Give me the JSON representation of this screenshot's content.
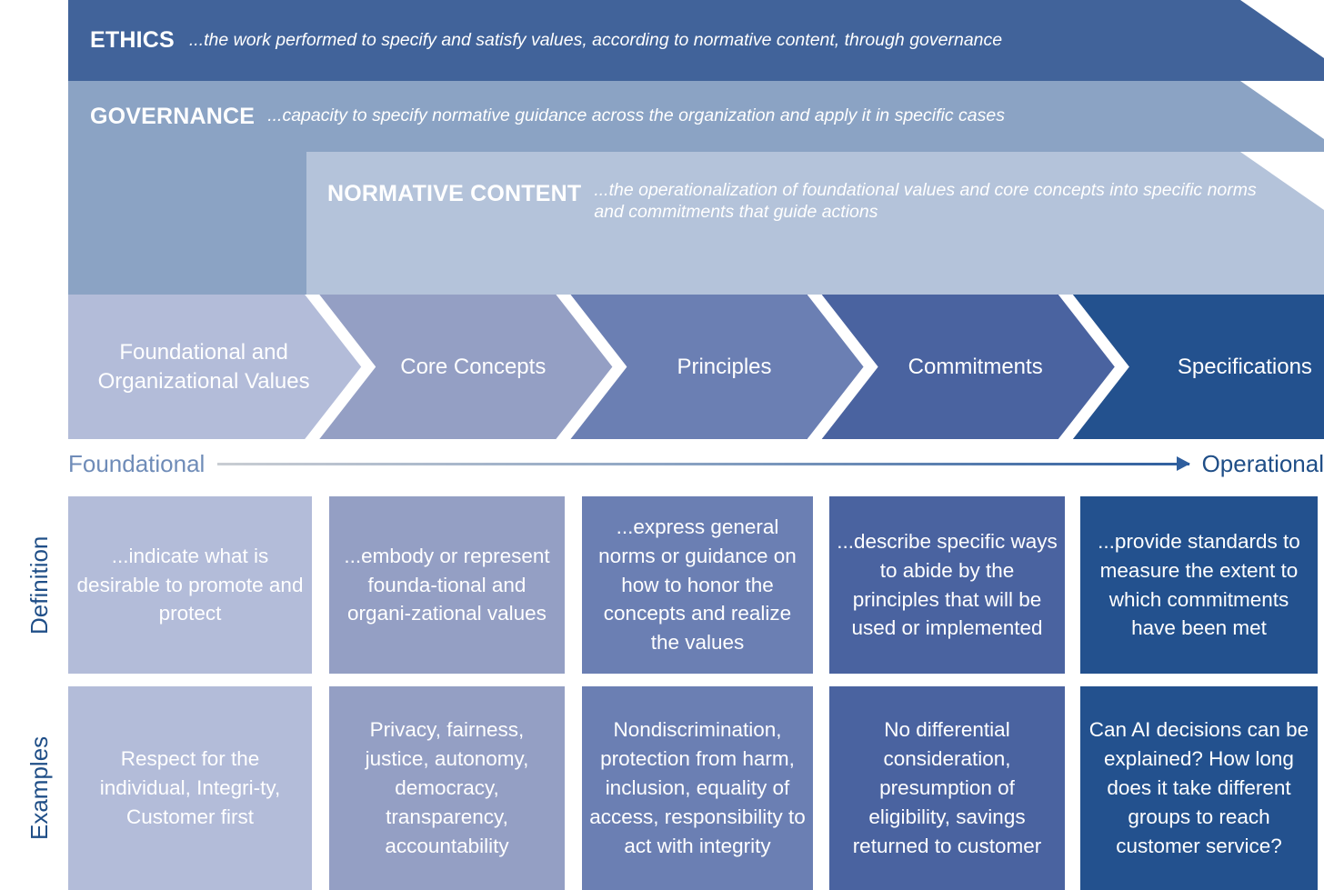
{
  "layers": [
    {
      "key": "ethics",
      "title": "ETHICS",
      "description": "...the work performed to specify and satisfy values, according to normative content, through governance",
      "color": "#41639A"
    },
    {
      "key": "governance",
      "title": "GOVERNANCE",
      "description": "...capacity to specify normative guidance across the organization and apply it in specific cases",
      "color": "#8BA3C4"
    },
    {
      "key": "normative_content",
      "title": "NORMATIVE CONTENT",
      "description": "...the operationalization of foundational values and core concepts into specific norms and commitments that guide actions",
      "color": "#B4C3DA"
    }
  ],
  "stages": [
    {
      "label": "Foundational and Organizational Values",
      "color": "#B3BCD9"
    },
    {
      "label": "Core Concepts",
      "color": "#949FC4"
    },
    {
      "label": "Principles",
      "color": "#6B7FB3"
    },
    {
      "label": "Commitments",
      "color": "#4A63A0"
    },
    {
      "label": "Specifications",
      "color": "#23518E"
    }
  ],
  "axis": {
    "left_label": "Foundational",
    "right_label": "Operational",
    "line_start_color": "#C9CDD3",
    "line_end_color": "#2E5E9E",
    "arrow_icon": "arrow-right-icon"
  },
  "matrix": {
    "rows": [
      {
        "key": "definition",
        "label": "Definition",
        "cells": [
          {
            "text": "...indicate what is desirable to promote and protect",
            "color": "#B3BCD9"
          },
          {
            "text": "...embody or represent founda-tional and organi-zational values",
            "color": "#949FC4"
          },
          {
            "text": "...express general norms or guidance on how to honor the concepts and realize the values",
            "color": "#6B7FB3"
          },
          {
            "text": "...describe specific ways to abide by the principles that will be used or implemented",
            "color": "#4A63A0"
          },
          {
            "text": "...provide standards to measure the extent to which commitments have been met",
            "color": "#23518E"
          }
        ]
      },
      {
        "key": "examples",
        "label": "Examples",
        "cells": [
          {
            "text": "Respect for the individual, Integri-ty, Customer first",
            "color": "#B3BCD9"
          },
          {
            "text": "Privacy, fairness, justice, autonomy, democracy, transparency, accountability",
            "color": "#949FC4"
          },
          {
            "text": "Nondiscrimination, protection from harm, inclusion, equality of access, responsibility to act with integrity",
            "color": "#6B7FB3"
          },
          {
            "text": "No differential consideration, presumption of eligibility, savings returned to customer",
            "color": "#4A63A0"
          },
          {
            "text": "Can AI decisions can be explained? How long does it take different groups to reach customer service?",
            "color": "#23518E"
          }
        ]
      }
    ]
  }
}
